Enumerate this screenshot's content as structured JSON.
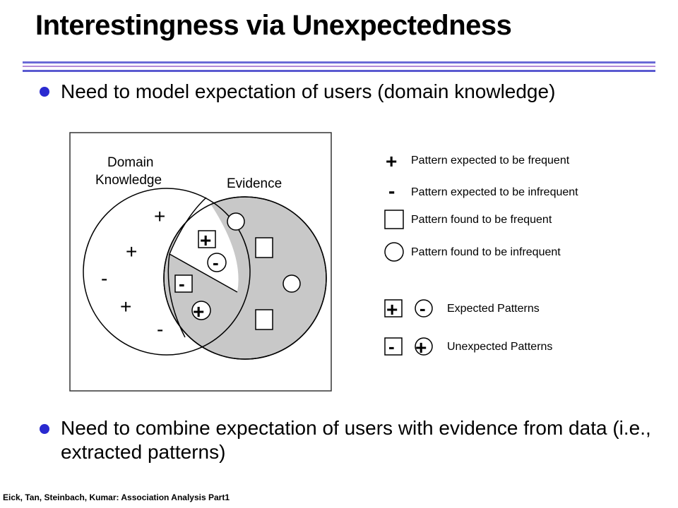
{
  "slide": {
    "title": "Interestingness via Unexpectedness",
    "bullets": [
      "Need to model expectation of users (domain knowledge)",
      "Need to combine expectation of users with evidence from data (i.e., extracted patterns)"
    ],
    "footer": "Eick, Tan, Steinbach, Kumar: Association Analysis Part1"
  },
  "diagram": {
    "domain_label_line1": "Domain",
    "domain_label_line2": "Knowledge",
    "evidence_label": "Evidence",
    "plus": "+",
    "minus": "-",
    "shade_color": "#c8c8c8"
  },
  "legend": {
    "expected_frequent": "Pattern expected to be frequent",
    "expected_infrequent": "Pattern expected to be infrequent",
    "found_frequent": "Pattern found to be frequent",
    "found_infrequent": "Pattern found to be infrequent",
    "expected_patterns": "Expected Patterns",
    "unexpected_patterns": "Unexpected Patterns"
  }
}
